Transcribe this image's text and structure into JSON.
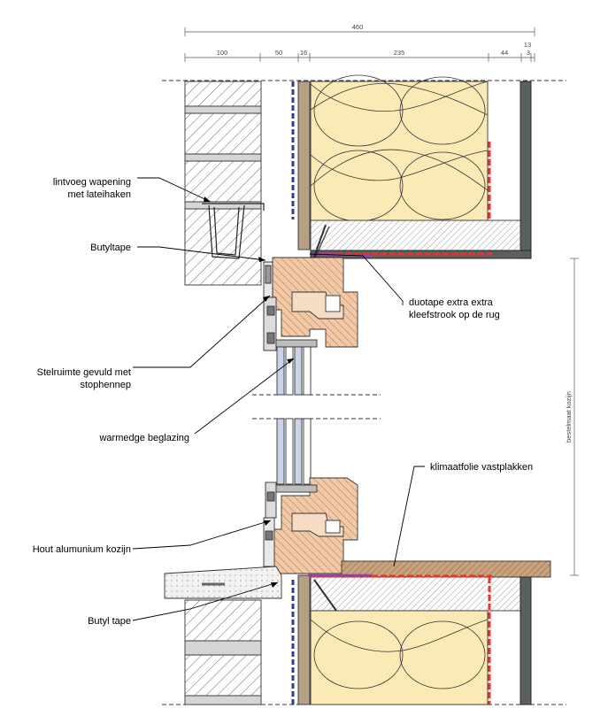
{
  "dimensions": {
    "total": "460",
    "segments": [
      "100",
      "50",
      "16",
      "235",
      "44",
      "13",
      "3"
    ]
  },
  "vertical_dimension": "bestelmaat kozijn",
  "labels": {
    "lintvoeg_line1": "lintvoeg wapening",
    "lintvoeg_line2": "met lateihaken",
    "butyltape_top": "Butyltape",
    "duotape_line1": "duotape extra extra",
    "duotape_line2": "kleefstrook op de rug",
    "stelruimte_line1": "Stelruimte gevuld met",
    "stelruimte_line2": "stophennep",
    "warmedge": "warmedge beglazing",
    "klimaatfolie": "klimaatfolie vastplakken",
    "hout_alu": "Hout alumunium kozijn",
    "butyl_bottom": "Butyl tape"
  },
  "colors": {
    "insulation": "#fbe9b6",
    "wood": "#f2c9a6",
    "osb": "#b79f83",
    "dark_panel": "#5a5f5f",
    "sill_board": "#c8a27d",
    "foil_red": "#e8332c",
    "foil_blue": "#2b3a9a",
    "tape_purple": "#9b3fa8"
  }
}
